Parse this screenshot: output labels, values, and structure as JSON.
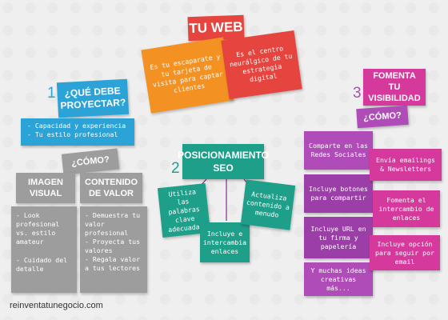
{
  "colors": {
    "orange": "#f39223",
    "orange2": "#f7a21c",
    "red": "#e6453f",
    "blue": "#2ba3d6",
    "gray": "#9d9d9d",
    "graydark": "#7c7c7c",
    "green": "#1e9f8a",
    "purple": "#b04cb7",
    "purple2": "#9c3ea8",
    "magenta": "#d4399b",
    "text": "#333333"
  },
  "center": {
    "title": "TU WEB",
    "note1": "Es tu escaparate y tu tarjeta de visita para captar clientes",
    "note2": "Es el centro neurálgico de tu estrategia digital"
  },
  "section1": {
    "number": "1",
    "title": "¿QUÉ DEBE PROYECTAR?",
    "items": [
      "- Capacidad y experiencia",
      "- Tu estilo profesional"
    ],
    "como": "¿CÓMO?",
    "col1": {
      "title": "IMAGEN VISUAL",
      "items": [
        "- Look profesional vs. estilo amateur",
        "- Cuidado del detalle"
      ]
    },
    "col2": {
      "title": "CONTENIDO DE VALOR",
      "items": [
        "- Demuestra tu valor profesional",
        "- Proyecta tus valores",
        "- Regala valor a tus lectores"
      ]
    }
  },
  "section2": {
    "number": "2",
    "title": "POSICIONAMIENTO SEO",
    "b1": "Utiliza las palabras clave adecuadas",
    "b2": "Incluye e intercambia enlaces",
    "b3": "Actualiza contenido a menudo"
  },
  "section3": {
    "number": "3",
    "title": "FOMENTA TU VISIBILIDAD",
    "como": "¿CÓMO?",
    "left": [
      "Comparte en las Redes Sociales",
      "Incluye botones para compartir",
      "Incluye URL en tu firma y papelería",
      "Y muchas ideas creativas más..."
    ],
    "right": [
      "Envía emailings & Newsletters",
      "Fomenta el intercambio de enlaces",
      "Incluye opción para seguir por email"
    ]
  },
  "footer": "reinventatunegocio.com"
}
